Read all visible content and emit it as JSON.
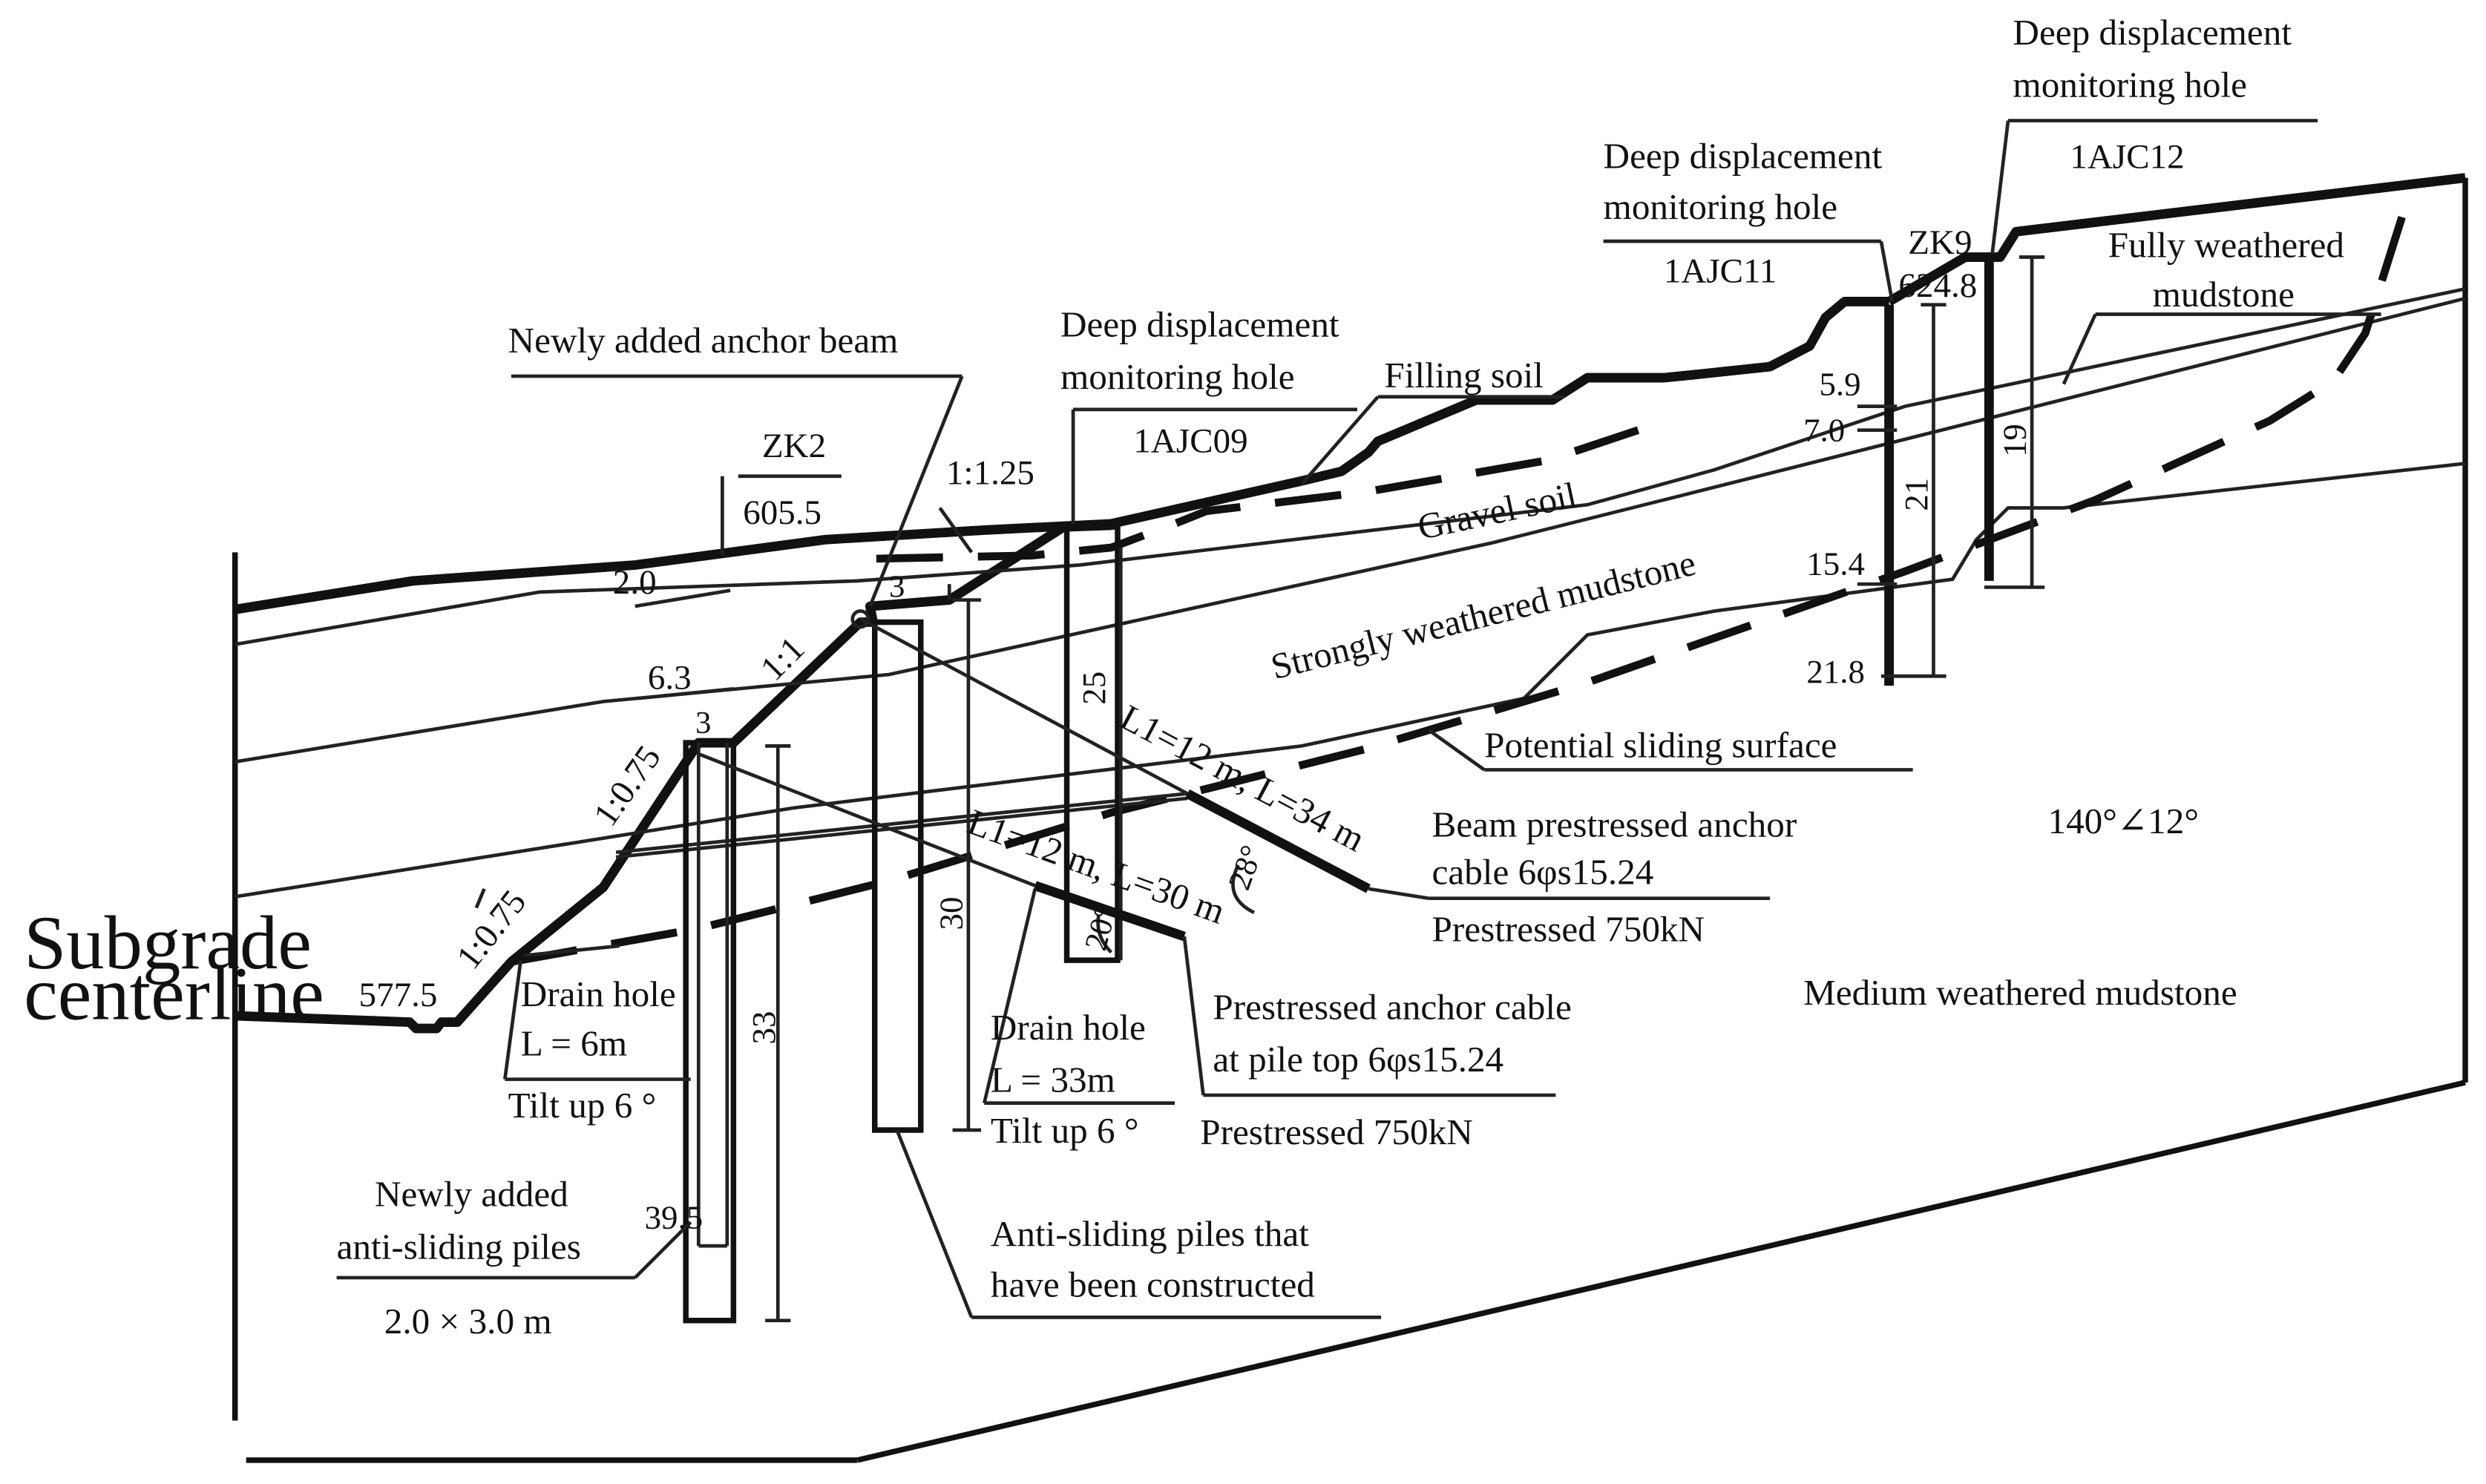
{
  "labels": {
    "subgrade_centerline_1": "Subgrade",
    "subgrade_centerline_2": "centerline",
    "elev_577": "577.5",
    "new_anchor_beam": "Newly added anchor beam",
    "zk2": "ZK2",
    "elev_605": "605.5",
    "slope_1_125": "1:1.25",
    "slope_1_1": "1:1",
    "slope_1_075a": "1:0.75",
    "slope_1_075b": "1:0.75",
    "d_2_0": "2.0",
    "d_6_3": "6.3",
    "berm_3a": "3",
    "berm_3b": "3",
    "ddmh_a_1": "Deep displacement",
    "ddmh_a_2": "monitoring hole",
    "ajc09": "1AJC09",
    "filling_soil": "Filling soil",
    "gravel_soil": "Gravel soil",
    "strongly_weathered": "Strongly weathered mudstone",
    "ddmh_b_1": "Deep displacement",
    "ddmh_b_2": "monitoring hole",
    "ajc11": "1AJC11",
    "zk9": "ZK9",
    "elev_624": "624.8",
    "ddmh_c_1": "Deep displacement",
    "ddmh_c_2": "monitoring hole",
    "ajc12": "1AJC12",
    "fully_weathered_1": "Fully weathered",
    "fully_weathered_2": "mudstone",
    "d_5_9": "5.9",
    "d_7_0": "7.0",
    "d_15_4": "15.4",
    "d_21_8": "21.8",
    "len_21": "21",
    "len_19": "19",
    "len_25": "25",
    "len_30": "30",
    "len_33": "33",
    "len_39_5": "39.5",
    "cable_upper": "L1=12 m, L=34 m",
    "cable_lower": "L1=12 m, L=30 m",
    "angle_28": "28°",
    "angle_20": "20°",
    "potential_sliding": "Potential sliding surface",
    "beam_cable_1": "Beam prestressed anchor",
    "beam_cable_2": "cable 6φs15.24",
    "prestressed_a": "Prestressed 750kN",
    "attitude": "140°∠12°",
    "medium_weathered": "Medium weathered mudstone",
    "pile_top_1": "Prestressed anchor cable",
    "pile_top_2": "at pile top 6φs15.24",
    "prestressed_b": "Prestressed 750kN",
    "drain_a_1": "Drain hole",
    "drain_a_2": "L = 6m",
    "drain_a_3": "Tilt up 6 °",
    "drain_b_1": "Drain hole",
    "drain_b_2": "L = 33m",
    "drain_b_3": "Tilt up 6 °",
    "new_piles_1": "Newly added",
    "new_piles_2": "anti-sliding piles",
    "new_piles_3": "2.0 × 3.0 m",
    "old_piles_1": "Anti-sliding piles that",
    "old_piles_2": "have been constructed"
  }
}
